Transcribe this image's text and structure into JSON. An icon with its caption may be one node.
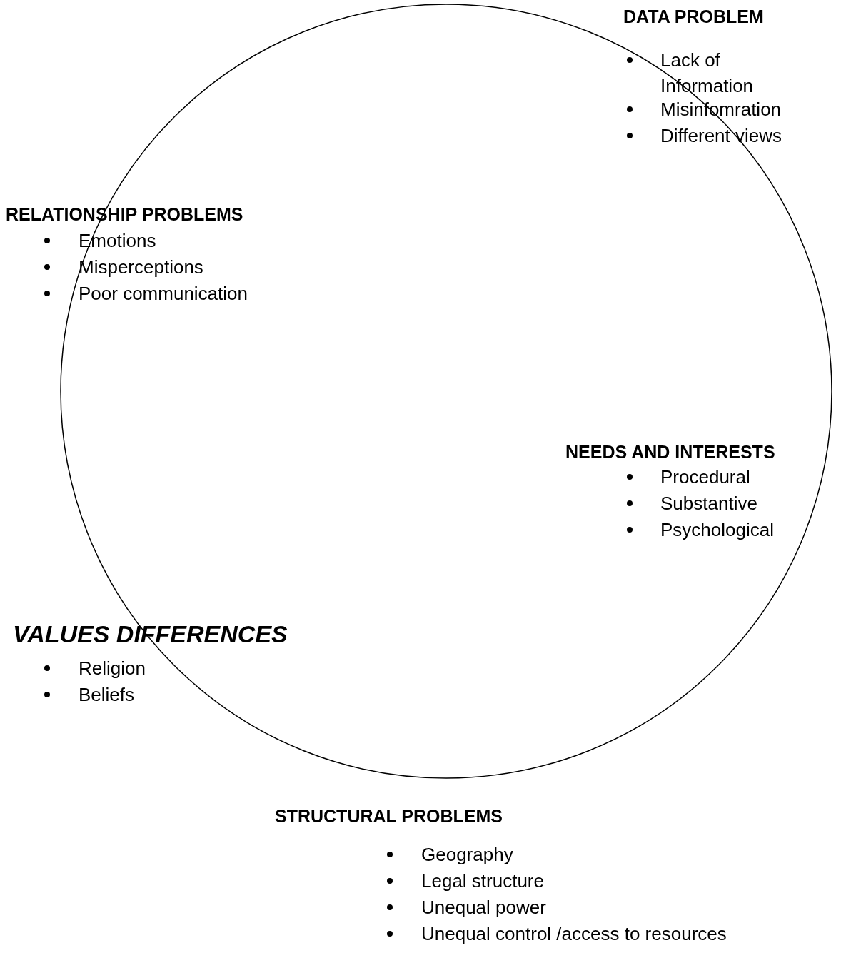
{
  "diagram": {
    "nodes": [
      {
        "text": [],
        "shape": "circle"
      }
    ],
    "edges": [],
    "labels": [
      "DATA PROBLEM",
      "Lack of Information",
      "Misinfomration",
      "Different views",
      "RELATIONSHIP PROBLEMS",
      "Emotions",
      "Misperceptions",
      "Poor communication",
      "NEEDS AND INTERESTS",
      "Procedural",
      "Substantive",
      "Psychological",
      "VALUES DIFFERENCES",
      "Religion",
      "Beliefs",
      "STRUCTURAL PROBLEMS",
      "Geography",
      "Legal structure",
      "Unequal power",
      "Unequal control /access to resources"
    ]
  }
}
